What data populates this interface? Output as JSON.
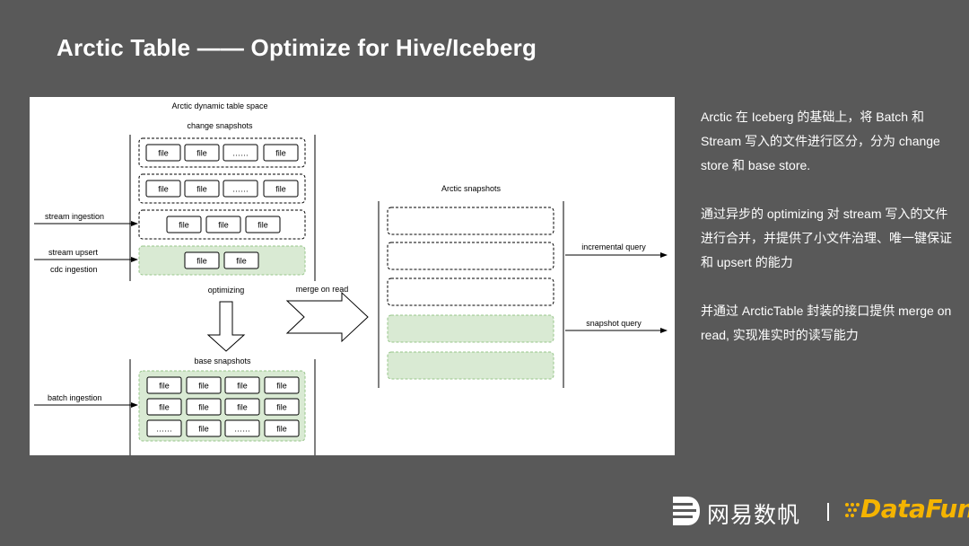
{
  "title": "Arctic Table —— Optimize for Hive/Iceberg",
  "diagram": {
    "space_label": "Arctic dynamic table space",
    "change_label": "change snapshots",
    "base_label": "base snapshots",
    "arctic_snapshots_label": "Arctic snapshots",
    "file": "file",
    "ellipsis": "……",
    "inputs": {
      "stream_ingestion": "stream ingestion",
      "stream_upsert": "stream upsert",
      "cdc_ingestion": "cdc ingestion",
      "batch_ingestion": "batch ingestion"
    },
    "optimizing": "optimizing",
    "merge_on_read": "merge on read",
    "outputs": {
      "incremental_query": "incremental query",
      "snapshot_query": "snapshot query"
    }
  },
  "description": {
    "p1": "Arctic 在 Iceberg 的基础上，将 Batch 和 Stream 写入的文件进行区分，分为 change store 和 base store.",
    "p2": "通过异步的 optimizing 对 stream 写入的文件进行合并，并提供了小文件治理、唯一键保证和 upsert 的能力",
    "p3": "并通过 ArcticTable 封装的接口提供 merge on read, 实现准实时的读写能力"
  },
  "logos": {
    "netease": "网易数帆",
    "datafun": "DataFun."
  },
  "colors": {
    "background": "#595959",
    "green_fill": "#d9ead3",
    "green_border": "#97c58a",
    "datafun_accent": "#f5b400"
  }
}
